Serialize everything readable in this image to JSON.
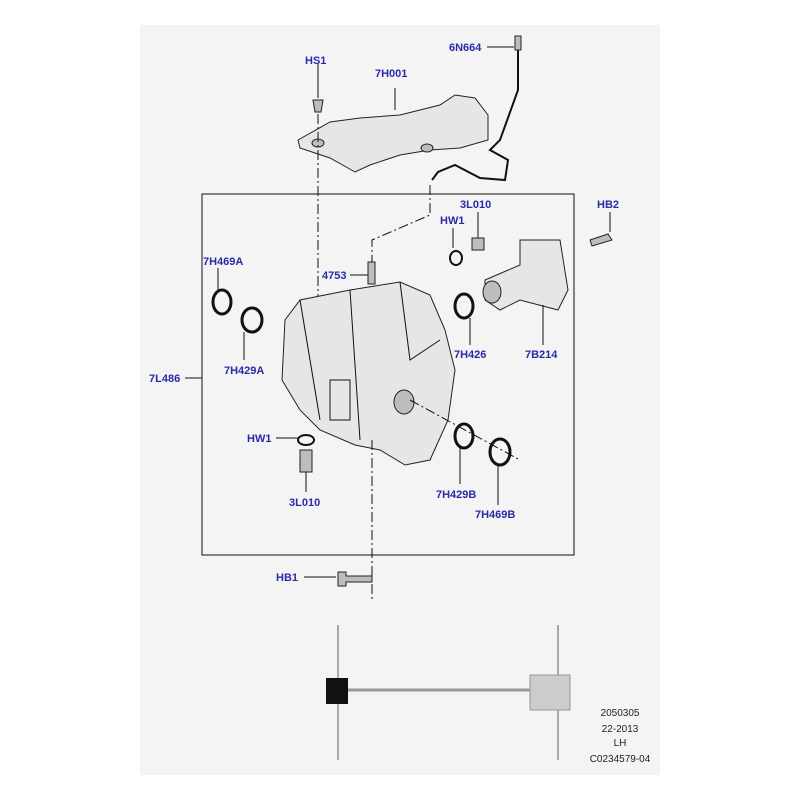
{
  "callouts": {
    "hs1": "HS1",
    "h7001": "7H001",
    "n6664": "6N664",
    "l3010_top": "3L010",
    "hw1_top": "HW1",
    "hb2": "HB2",
    "h7469a": "7H469A",
    "c4753": "4753",
    "l7486": "7L486",
    "h7429a": "7H429A",
    "h7426": "7H426",
    "b7214": "7B214",
    "hw1_bottom": "HW1",
    "l3010_bottom": "3L010",
    "h7429b": "7H429B",
    "h7469b": "7H469B",
    "hb1": "HB1"
  },
  "footer": {
    "code": "2050305",
    "year": "22-2013",
    "side": "LH",
    "ref": "C0234579-04"
  }
}
